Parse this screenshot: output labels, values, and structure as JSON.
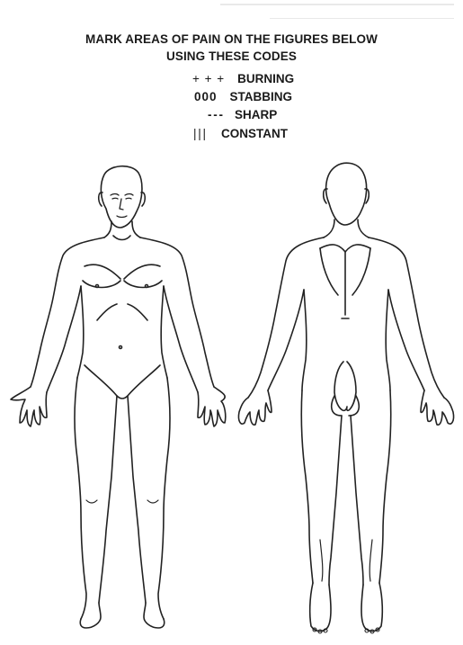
{
  "form": {
    "title_line1": "MARK AREAS OF PAIN ON THE FIGURES BELOW",
    "title_line2": "USING THESE CODES"
  },
  "legend": [
    {
      "symbol": "+ + +",
      "label": "BURNING"
    },
    {
      "symbol": "000",
      "label": "STABBING"
    },
    {
      "symbol": "- - -",
      "label": "SHARP"
    },
    {
      "symbol": "| | |",
      "label": "CONSTANT"
    }
  ],
  "figures": {
    "front": "front-body-outline",
    "back": "back-body-outline"
  }
}
